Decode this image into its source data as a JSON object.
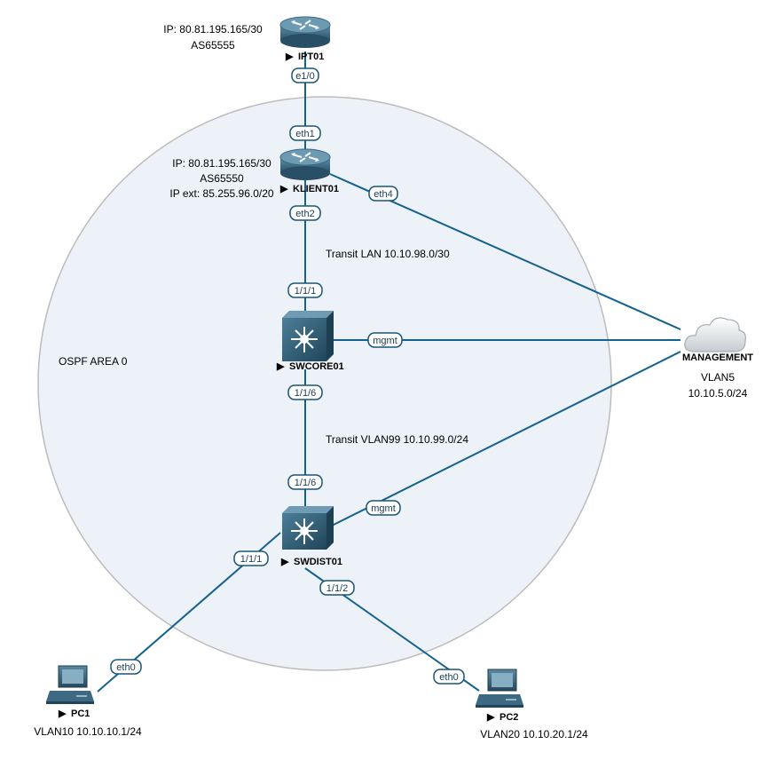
{
  "area": {
    "label": "OSPF AREA 0"
  },
  "nodes": {
    "ipt01": {
      "name": "IPT01",
      "icon": "router-icon",
      "notes": [
        "IP: 80.81.195.165/30",
        "AS65555"
      ]
    },
    "klient01": {
      "name": "KLIENT01",
      "icon": "router-icon",
      "notes": [
        "IP: 80.81.195.165/30",
        "AS65550",
        "IP ext: 85.255.96.0/20"
      ]
    },
    "swcore01": {
      "name": "SWCORE01",
      "icon": "l3-switch-icon"
    },
    "swdist01": {
      "name": "SWDIST01",
      "icon": "l3-switch-icon"
    },
    "management": {
      "name": "MANAGEMENT",
      "icon": "cloud-icon",
      "notes": [
        "VLAN5",
        "10.10.5.0/24"
      ]
    },
    "pc1": {
      "name": "PC1",
      "icon": "pc-icon",
      "notes": [
        "VLAN10 10.10.10.1/24"
      ]
    },
    "pc2": {
      "name": "PC2",
      "icon": "pc-icon",
      "notes": [
        "VLAN20 10.10.20.1/24"
      ]
    }
  },
  "links": [
    {
      "from": "ipt01",
      "to": "klient01",
      "ports": [
        "e1/0",
        "eth1"
      ]
    },
    {
      "from": "klient01",
      "to": "swcore01",
      "ports": [
        "eth2",
        "1/1/1"
      ],
      "label": "Transit LAN 10.10.98.0/30"
    },
    {
      "from": "klient01",
      "to": "management",
      "ports": [
        "eth4"
      ]
    },
    {
      "from": "swcore01",
      "to": "management",
      "ports": [
        "mgmt"
      ]
    },
    {
      "from": "swcore01",
      "to": "swdist01",
      "ports": [
        "1/1/6",
        "1/1/6"
      ],
      "label": "Transit VLAN99 10.10.99.0/24"
    },
    {
      "from": "swdist01",
      "to": "management",
      "ports": [
        "mgmt"
      ]
    },
    {
      "from": "swdist01",
      "to": "pc1",
      "ports": [
        "1/1/1",
        "eth0"
      ]
    },
    {
      "from": "swdist01",
      "to": "pc2",
      "ports": [
        "1/1/2",
        "eth0"
      ]
    }
  ],
  "colors": {
    "link": "#15628f",
    "area_fill": "#edf1f8",
    "area_stroke": "#bcbcbc",
    "device": "#2b5b74"
  }
}
